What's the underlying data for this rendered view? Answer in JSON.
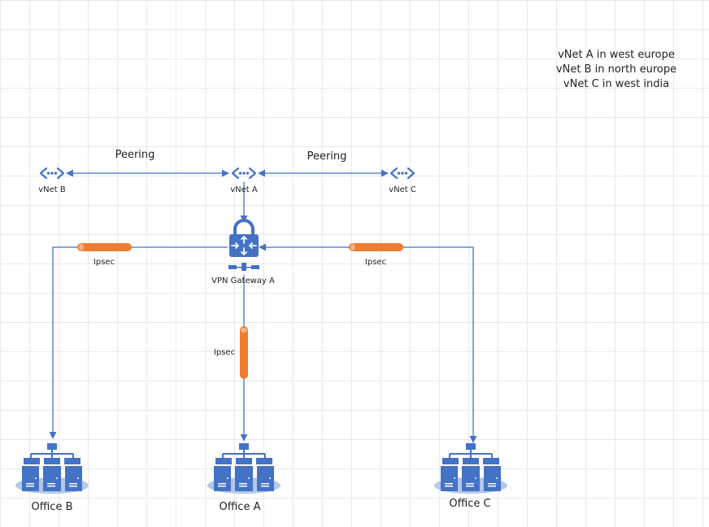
{
  "notes": [
    "vNet A in west europe",
    "vNet B in north europe",
    "vNet C in west india"
  ],
  "peering": {
    "left": "Peering",
    "right": "Peering"
  },
  "vnets": {
    "a": "vNet A",
    "b": "vNet B",
    "c": "vNet C"
  },
  "gateway": "VPN Gateway A",
  "ipsec": {
    "left": "Ipsec",
    "right": "Ipsec",
    "center": "Ipsec"
  },
  "offices": {
    "a": "Office A",
    "b": "Office B",
    "c": "Office C"
  },
  "colors": {
    "line": "#4472c4",
    "icon": "#4472c4",
    "tunnel": "#ed7d31",
    "grid": "#e8e8e8"
  }
}
